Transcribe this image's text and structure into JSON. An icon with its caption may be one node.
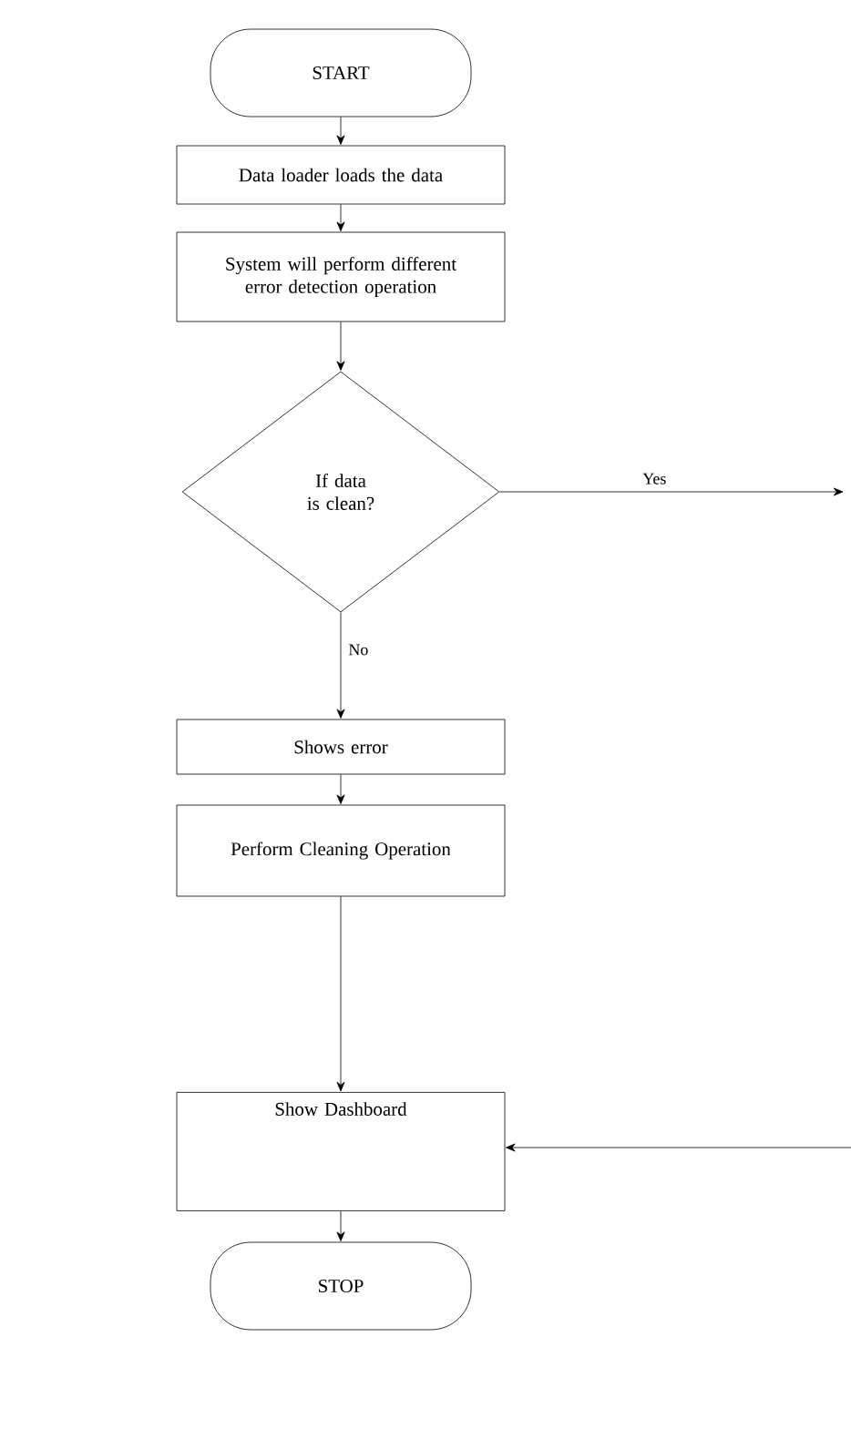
{
  "diagram": {
    "nodes": [
      {
        "text": [
          "START"
        ]
      },
      {
        "text": [
          "Data loader loads the data"
        ]
      },
      {
        "text": [
          "System will perform different error detection operation"
        ]
      },
      {
        "text": [
          "If data is clean?"
        ]
      },
      {
        "text": [
          "Shows error"
        ]
      },
      {
        "text": [
          "Perform Cleaning Operation"
        ]
      },
      {
        "text": [
          "Show Dashboard"
        ]
      },
      {
        "text": [
          "STOP"
        ]
      }
    ],
    "edges": [
      {
        "from": 0,
        "to": 1,
        "arrow": "to"
      },
      {
        "from": 1,
        "to": 2,
        "arrow": "to"
      },
      {
        "from": 2,
        "to": 3,
        "arrow": "to"
      },
      {
        "from": 3,
        "to": 4,
        "arrow": "to",
        "label": "No"
      },
      {
        "from": 4,
        "to": 5,
        "arrow": "to"
      },
      {
        "from": 5,
        "to": 6,
        "arrow": "to"
      },
      {
        "from": 6,
        "to": 7,
        "arrow": "to"
      },
      {
        "from": 3,
        "to": null,
        "arrow": "to",
        "label": "Yes"
      },
      {
        "from": null,
        "to": 6,
        "arrow": "to"
      }
    ]
  }
}
